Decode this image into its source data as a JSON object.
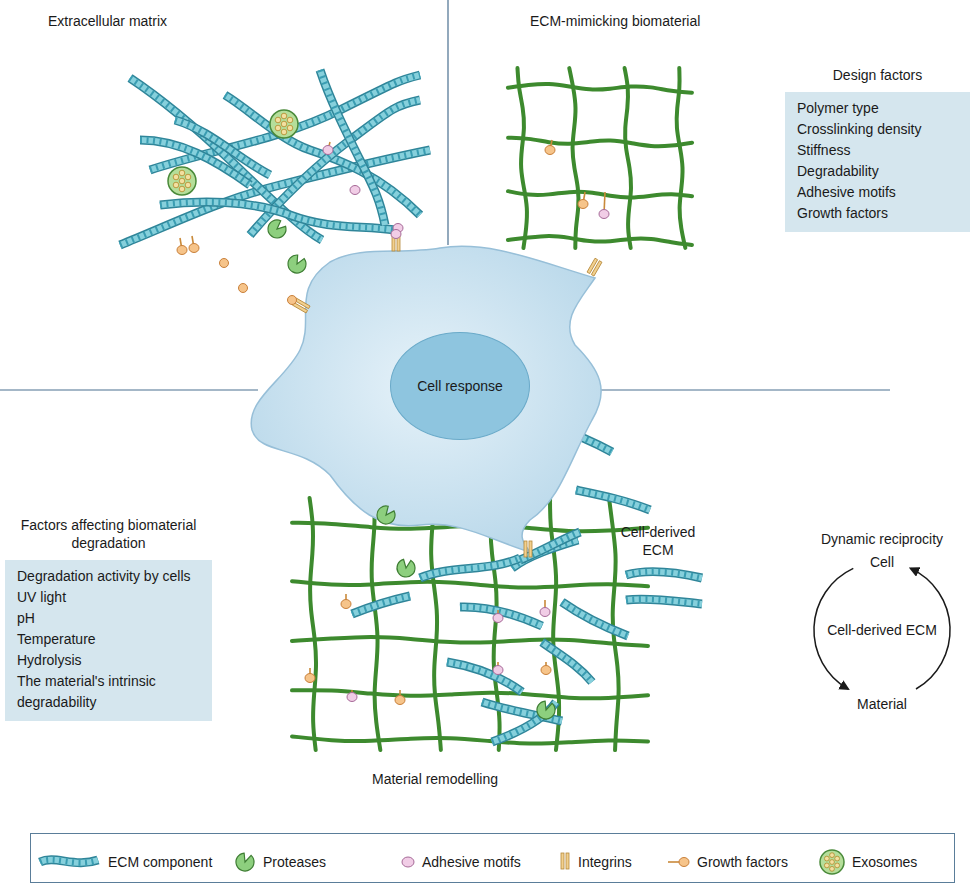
{
  "diagram": {
    "nodes": [
      {
        "text": [
          "Design factors",
          "Polymer type",
          "Crosslinking density",
          "Stiffness",
          "Degradability",
          "Adhesive motifs",
          "Growth factors"
        ]
      },
      {
        "text": [
          "Cell response"
        ]
      },
      {
        "text": [
          "Factors affecting biomaterial degradation",
          "Degradation activity by cells",
          "UV light",
          "pH",
          "Temperature",
          "Hydrolysis",
          "The material's intrinsic degradability"
        ]
      }
    ],
    "labels": [
      "Extracellular matrix",
      "ECM-mimicking biomaterial",
      "Cell-derived ECM",
      "Dynamic reciprocity",
      "Cell",
      "Cell-derived ECM",
      "Material",
      "Material remodelling"
    ],
    "legend": [
      {
        "text": "ECM component"
      },
      {
        "text": "Proteases"
      },
      {
        "text": "Adhesive motifs"
      },
      {
        "text": "Integrins"
      },
      {
        "text": "Growth factors"
      },
      {
        "text": "Exosomes"
      }
    ]
  }
}
